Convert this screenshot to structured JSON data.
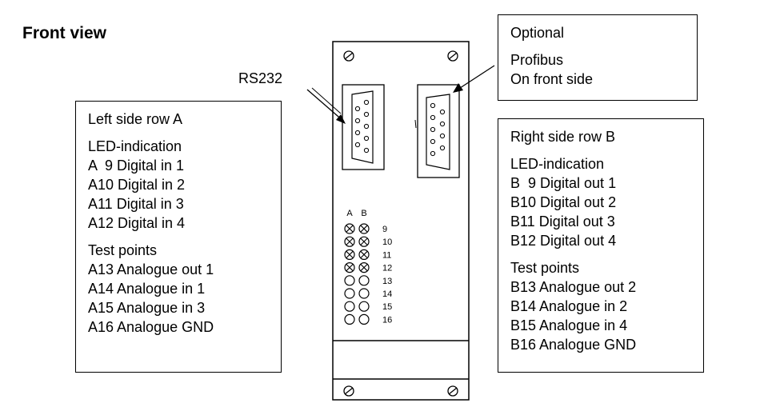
{
  "title": "Front view",
  "rs232_label": "RS232",
  "optional_box": {
    "lines": [
      "Optional",
      "",
      "Profibus",
      "On front side"
    ]
  },
  "left_box": {
    "lines": [
      "Left side row A",
      "",
      "LED-indication",
      "A  9 Digital in 1",
      "A10 Digital in 2",
      "A11 Digital in 3",
      "A12 Digital in 4",
      "",
      "Test points",
      "A13 Analogue out 1",
      "A14 Analogue in 1",
      "A15 Analogue in 3",
      "A16 Analogue GND"
    ]
  },
  "right_box": {
    "lines": [
      "Right side row B",
      "",
      "LED-indication",
      "B  9 Digital out 1",
      "B10 Digital out 2",
      "B11 Digital out 3",
      "B12 Digital out 4",
      "",
      "Test points",
      "B13 Analogue out 2",
      "B14 Analogue in 2",
      "B15 Analogue in 4",
      "B16 Analogue GND"
    ]
  },
  "panel": {
    "col_labels": [
      "A",
      "B"
    ],
    "rows": [
      {
        "num": "9",
        "led": true
      },
      {
        "num": "10",
        "led": true
      },
      {
        "num": "11",
        "led": true
      },
      {
        "num": "12",
        "led": true
      },
      {
        "num": "13",
        "led": false
      },
      {
        "num": "14",
        "led": false
      },
      {
        "num": "15",
        "led": false
      },
      {
        "num": "16",
        "led": false
      }
    ]
  }
}
